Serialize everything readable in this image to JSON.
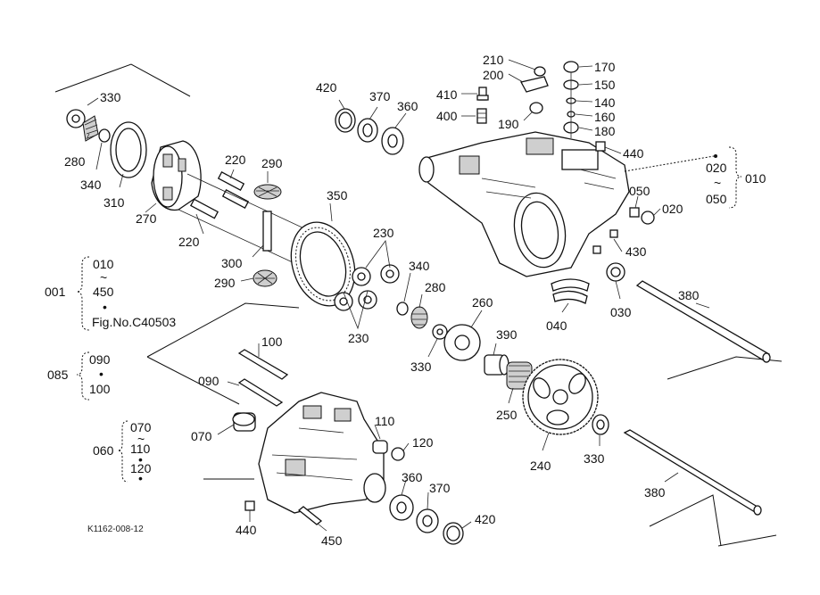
{
  "figure_code": "K1162-008-12",
  "group_references": {
    "g001": {
      "code": "001",
      "from": "010",
      "tilde": "~",
      "to": "450",
      "bullet": "•",
      "figref": "Fig.No.C40503"
    },
    "g085": {
      "code": "085",
      "a": "090",
      "bullet": "•",
      "b": "100"
    },
    "g060": {
      "code": "060",
      "a": "070",
      "tilde": "~",
      "b": "110",
      "bullet": "•",
      "c": "120",
      "bullet2": "•"
    },
    "g010": {
      "code": "010",
      "a": "020",
      "tilde": "~",
      "b": "050"
    }
  },
  "part_labels": {
    "p330a": "330",
    "p280a": "280",
    "p340a": "340",
    "p310": "310",
    "p270": "270",
    "p220a": "220",
    "p220b": "220",
    "p290a": "290",
    "p290b": "290",
    "p300": "300",
    "p350": "350",
    "p230a": "230",
    "p230b": "230",
    "p340b": "340",
    "p280b": "280",
    "p330b": "330",
    "p260": "260",
    "p390": "390",
    "p250": "250",
    "p240": "240",
    "p330c": "330",
    "p380a": "380",
    "p380b": "380",
    "p030": "030",
    "p040": "040",
    "p430": "430",
    "p050": "050",
    "p020": "020",
    "p440a": "440",
    "p420a": "420",
    "p370a": "370",
    "p360a": "360",
    "p410": "410",
    "p400": "400",
    "p190": "190",
    "p210": "210",
    "p200": "200",
    "p170": "170",
    "p150": "150",
    "p140": "140",
    "p160": "160",
    "p180": "180",
    "p100": "100",
    "p090": "090",
    "p070": "070",
    "p110": "110",
    "p120": "120",
    "p360b": "360",
    "p370b": "370",
    "p420b": "420",
    "p440b": "440",
    "p450": "450"
  }
}
